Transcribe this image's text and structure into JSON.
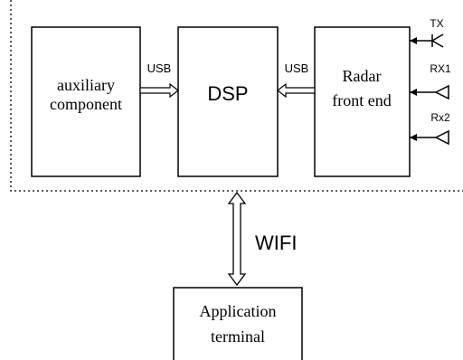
{
  "blocks": {
    "auxiliary": {
      "line1": "auxiliary",
      "line2": "component"
    },
    "dsp": {
      "label": "DSP"
    },
    "radar": {
      "line1": "Radar",
      "line2": "front end"
    },
    "application": {
      "line1": "Application",
      "line2": "terminal"
    }
  },
  "links": {
    "usb_left": "USB",
    "usb_right": "USB",
    "wifi": "WIFI"
  },
  "antennas": {
    "tx": "TX",
    "rx1": "RX1",
    "rx2": "Rx2"
  },
  "colors": {
    "stroke": "#000000",
    "background": "#ffffff"
  }
}
